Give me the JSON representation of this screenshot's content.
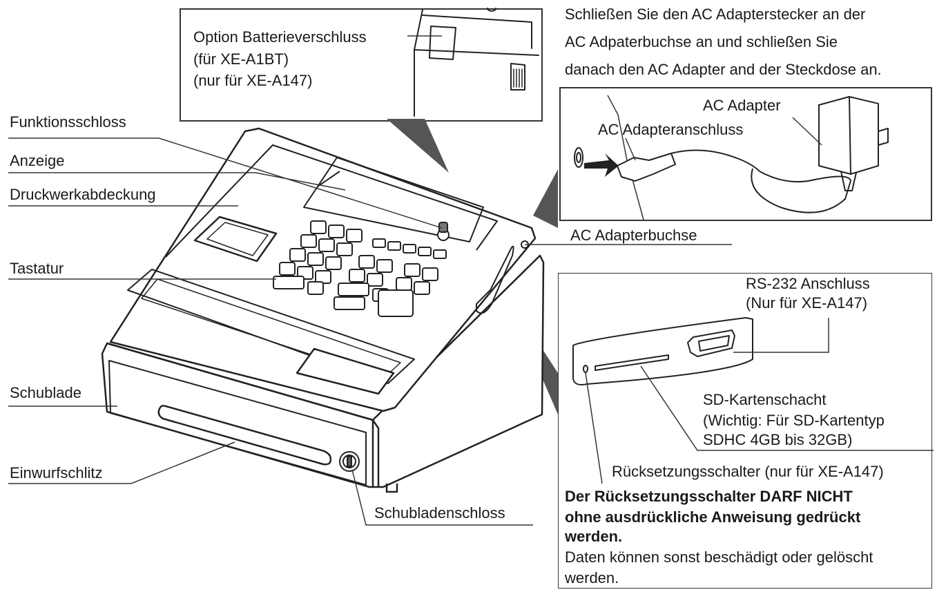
{
  "labels": {
    "battery": [
      "Option Batterieverschluss",
      "(für XE-A1BT)",
      "(nur für XE-A147)"
    ],
    "adapter_instruction": [
      "Schließen Sie den AC Adapterstecker an der",
      "AC Adpaterbuchse an und schließen Sie",
      "danach den AC Adapter and der Steckdose an."
    ],
    "ac_adapter": "AC Adapter",
    "ac_adapteranschluss": "AC Adapteranschluss",
    "ac_adapterbuchse": "AC Adapterbuchse",
    "funktionsschloss": "Funktionsschloss",
    "anzeige": "Anzeige",
    "druckwerk": "Druckwerkabdeckung",
    "tastatur": "Tastatur",
    "schublade": "Schublade",
    "einwurfschlitz": "Einwurfschlitz",
    "schubladenschloss": "Schubladenschloss",
    "rs232": [
      "RS-232 Anschluss",
      "(Nur für XE-A147)"
    ],
    "sd": [
      "SD-Kartenschacht",
      "(Wichtig: Für SD-Kartentyp",
      "SDHC 4GB bis 32GB)"
    ],
    "reset": "Rücksetzungsschalter (nur für XE-A147)"
  },
  "warning": {
    "bold": [
      "Der Rücksetzungsschalter DARF NICHT",
      "ohne ausdrückliche Anweisung gedrückt",
      "werden."
    ],
    "normal": [
      "Daten können sonst beschädigt oder gelöscht",
      "werden."
    ]
  }
}
